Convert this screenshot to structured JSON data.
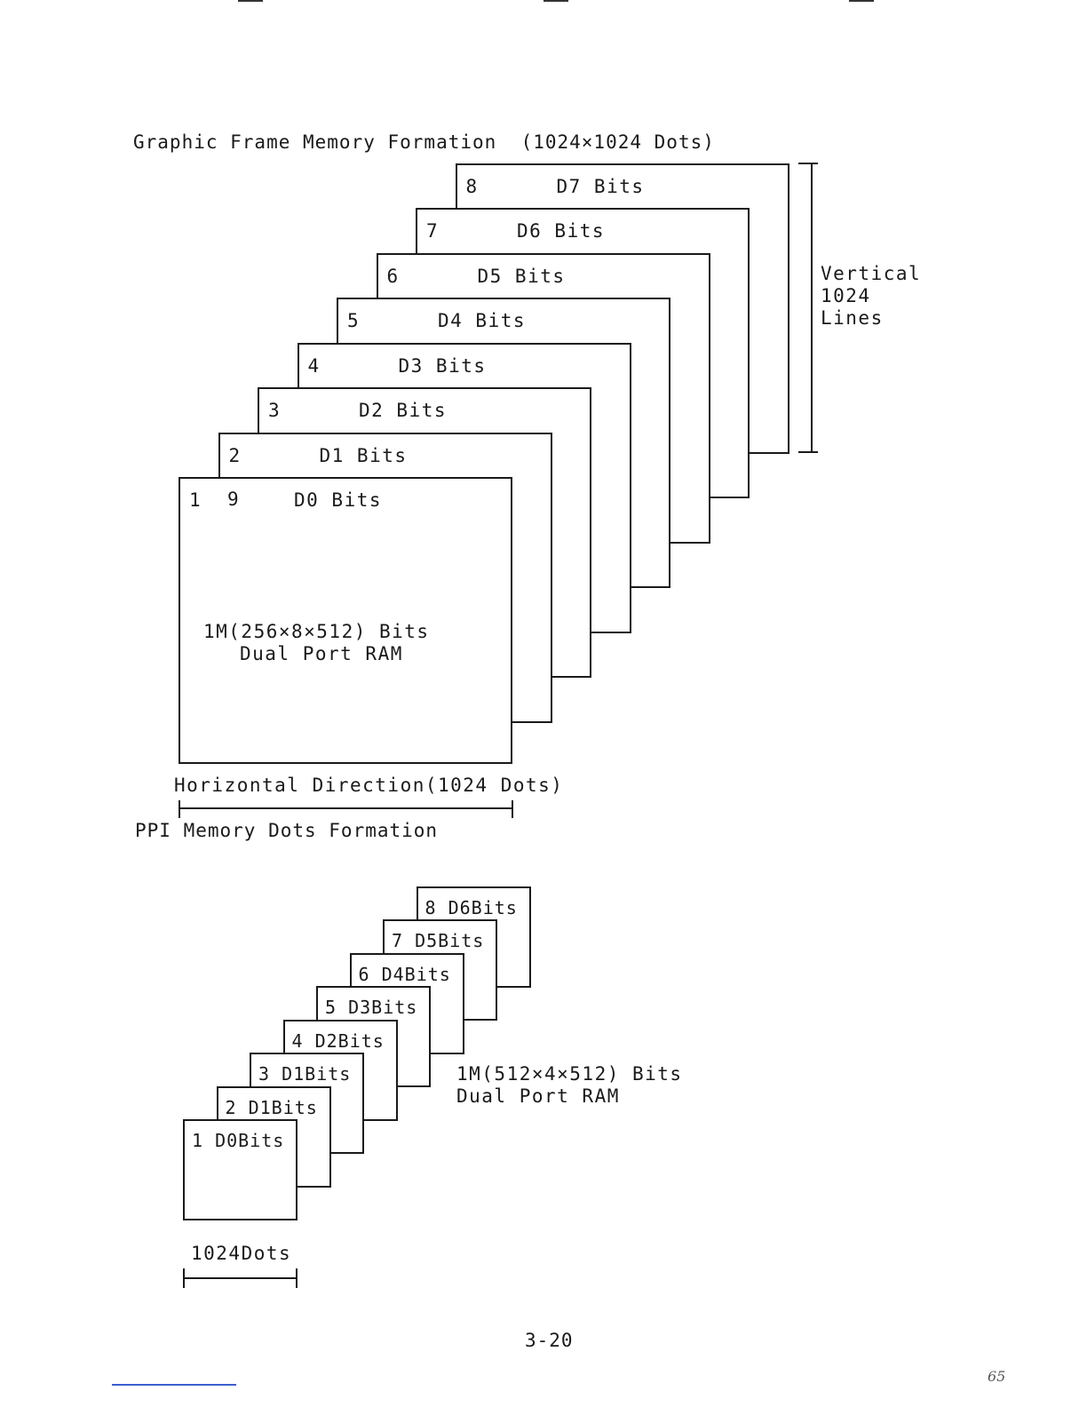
{
  "header_marks": [
    "—",
    "—",
    "—"
  ],
  "graphic": {
    "title": "Graphic Frame Memory Formation  (1024×1024 Dots)",
    "planes": [
      {
        "num": "8",
        "label": "D7 Bits"
      },
      {
        "num": "7",
        "label": "D6 Bits"
      },
      {
        "num": "6",
        "label": "D5 Bits"
      },
      {
        "num": "5",
        "label": "D4 Bits"
      },
      {
        "num": "4",
        "label": "D3 Bits"
      },
      {
        "num": "3",
        "label": "D2 Bits"
      },
      {
        "num": "2",
        "label": "D1 Bits"
      },
      {
        "num": "1",
        "label": "D0 Bits"
      }
    ],
    "front_extra_num": "9",
    "ram_line1": "1M(256×8×512) Bits",
    "ram_line2": "Dual Port RAM",
    "vertical_line1": "Vertical",
    "vertical_line2": "1024",
    "vertical_line3": "Lines",
    "horizontal_label": "Horizontal Direction(1024 Dots)"
  },
  "ppi": {
    "title": "PPI Memory Dots Formation",
    "planes": [
      {
        "num": "8",
        "label": "D6Bits"
      },
      {
        "num": "7",
        "label": "D5Bits"
      },
      {
        "num": "6",
        "label": "D4Bits"
      },
      {
        "num": "5",
        "label": "D3Bits"
      },
      {
        "num": "4",
        "label": "D2Bits"
      },
      {
        "num": "3",
        "label": "D1Bits"
      },
      {
        "num": "2",
        "label": "D1Bits"
      },
      {
        "num": "1",
        "label": "D0Bits"
      }
    ],
    "ram_line1": "1M(512×4×512) Bits",
    "ram_line2": "Dual Port RAM",
    "dots_label": "1024Dots"
  },
  "page_number": "3-20",
  "corner_mark": "65"
}
